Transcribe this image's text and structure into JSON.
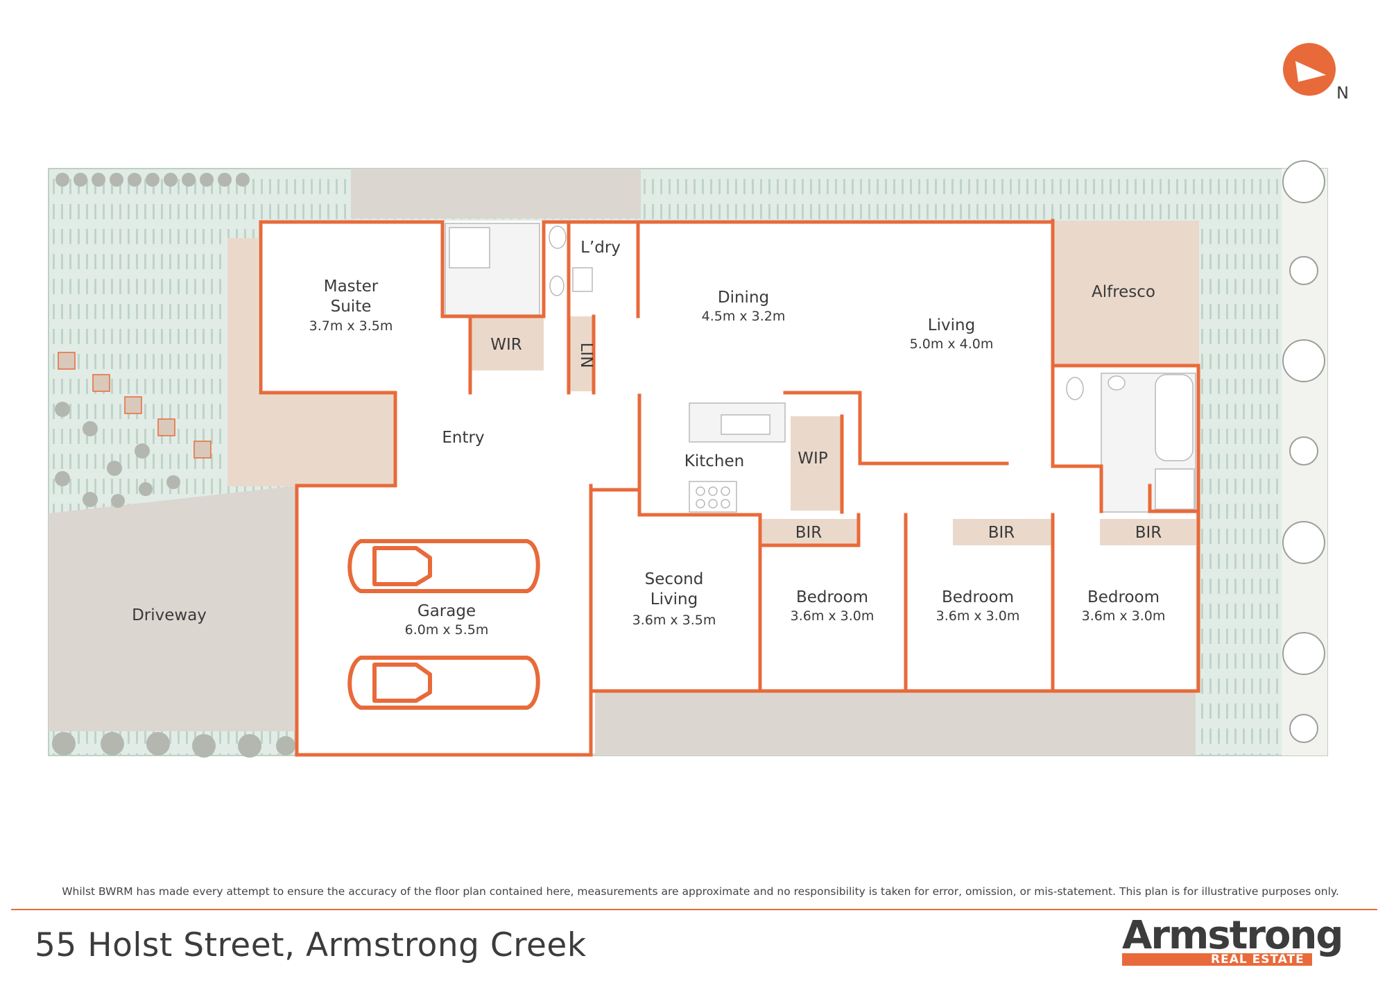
{
  "colors": {
    "wall": "#e86a3a",
    "lawn": "#e1ece6",
    "lawn_stripe": "#bfd3c9",
    "concrete": "#dcd6d0",
    "deck": "#ead9cb",
    "text": "#3c3c3c"
  },
  "rooms": {
    "master_suite": {
      "name": "Master\nSuite",
      "size": "3.7m x 3.5m"
    },
    "laundry": {
      "name": "L’dry"
    },
    "wir": {
      "name": "WIR"
    },
    "lin": {
      "name": "LIN"
    },
    "dining": {
      "name": "Dining",
      "size": "4.5m x 3.2m"
    },
    "living": {
      "name": "Living",
      "size": "5.0m x 4.0m"
    },
    "alfresco": {
      "name": "Alfresco"
    },
    "entry": {
      "name": "Entry"
    },
    "kitchen": {
      "name": "Kitchen"
    },
    "wip": {
      "name": "WIP"
    },
    "driveway": {
      "name": "Driveway"
    },
    "garage": {
      "name": "Garage",
      "size": "6.0m x 5.5m"
    },
    "second_living": {
      "name": "Second\nLiving",
      "size": "3.6m x 3.5m"
    },
    "bedroom_1": {
      "name": "Bedroom",
      "size": "3.6m x 3.0m"
    },
    "bedroom_2": {
      "name": "Bedroom",
      "size": "3.6m x 3.0m"
    },
    "bedroom_3": {
      "name": "Bedroom",
      "size": "3.6m x 3.0m"
    },
    "bir_1": {
      "name": "BIR"
    },
    "bir_2": {
      "name": "BIR"
    },
    "bir_3": {
      "name": "BIR"
    }
  },
  "north_label": "N",
  "disclaimer": "Whilst BWRM  has made every attempt to ensure the accuracy of the floor plan contained here, measurements are approximate and no responsibility is taken for error, omission, or mis-statement. This plan is for illustrative purposes only.",
  "address": "55 Holst Street, Armstrong Creek",
  "logo": {
    "name": "Armstrong",
    "tagline": "REAL ESTATE"
  }
}
